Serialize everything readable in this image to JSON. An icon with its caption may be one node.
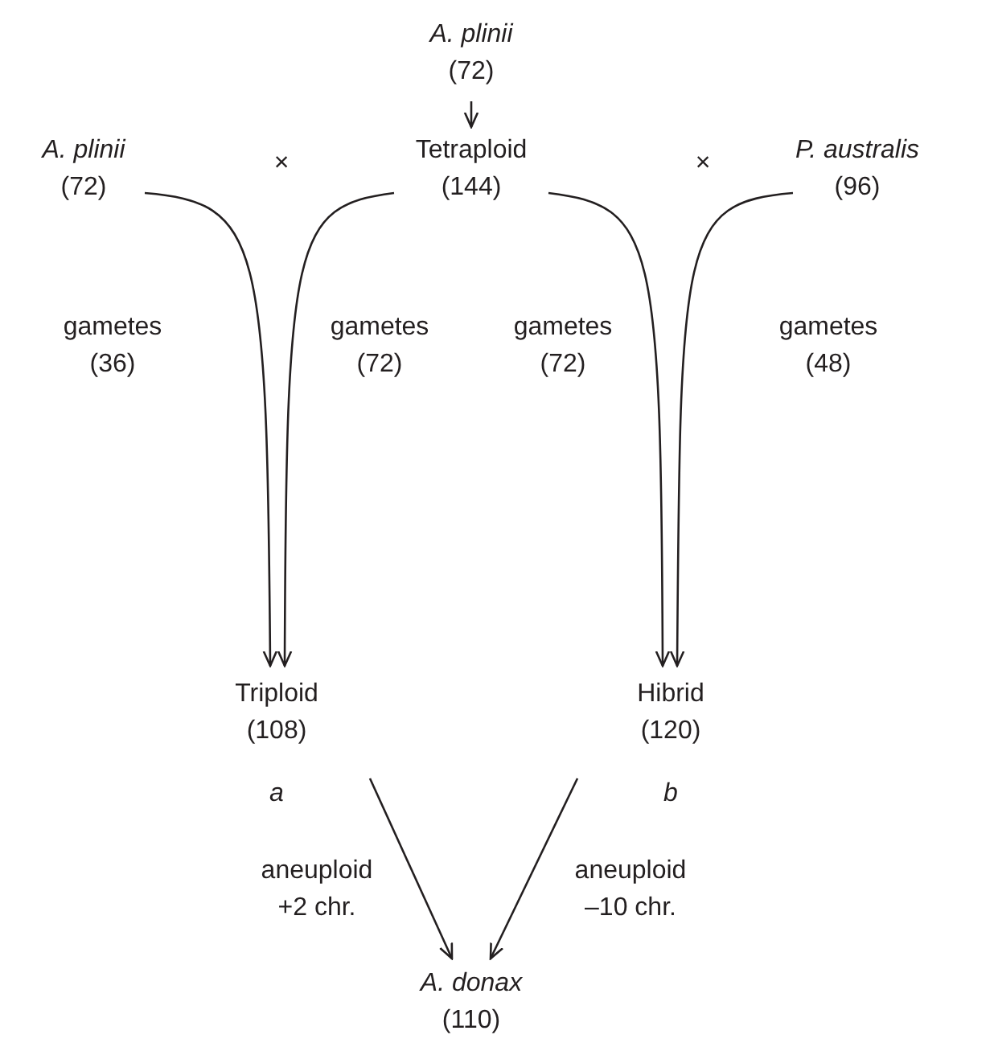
{
  "diagram": {
    "nodes": [
      {
        "text": [
          "*A. plinii* (72)"
        ]
      },
      {
        "text": [
          "*A. plinii* (72)"
        ]
      },
      {
        "text": [
          "Tetraploid (144)"
        ]
      },
      {
        "text": [
          "*P. australis* (96)"
        ]
      },
      {
        "text": [
          "Triploid (108)"
        ],
        "beside": [
          "a"
        ]
      },
      {
        "text": [
          "Hibrid (120)"
        ],
        "beside": [
          "b"
        ]
      },
      {
        "text": [
          "*A. donax* (110)"
        ]
      }
    ],
    "edges": [
      {
        "from": 0,
        "to": 2,
        "arrow": "to"
      },
      {
        "from": 1,
        "to": 4,
        "arrow": "to",
        "label": "gametes (36)"
      },
      {
        "from": 2,
        "to": 4,
        "arrow": "to",
        "label": "gametes (72)"
      },
      {
        "from": 2,
        "to": 5,
        "arrow": "to",
        "label": "gametes (72)"
      },
      {
        "from": 3,
        "to": 5,
        "arrow": "to",
        "label": "gametes (48)"
      },
      {
        "from": 4,
        "to": 6,
        "arrow": "to",
        "label": "aneuploid +2 chr."
      },
      {
        "from": 5,
        "to": 6,
        "arrow": "to",
        "label": "aneuploid –10 chr."
      }
    ],
    "labels": [
      "×",
      "×"
    ]
  }
}
